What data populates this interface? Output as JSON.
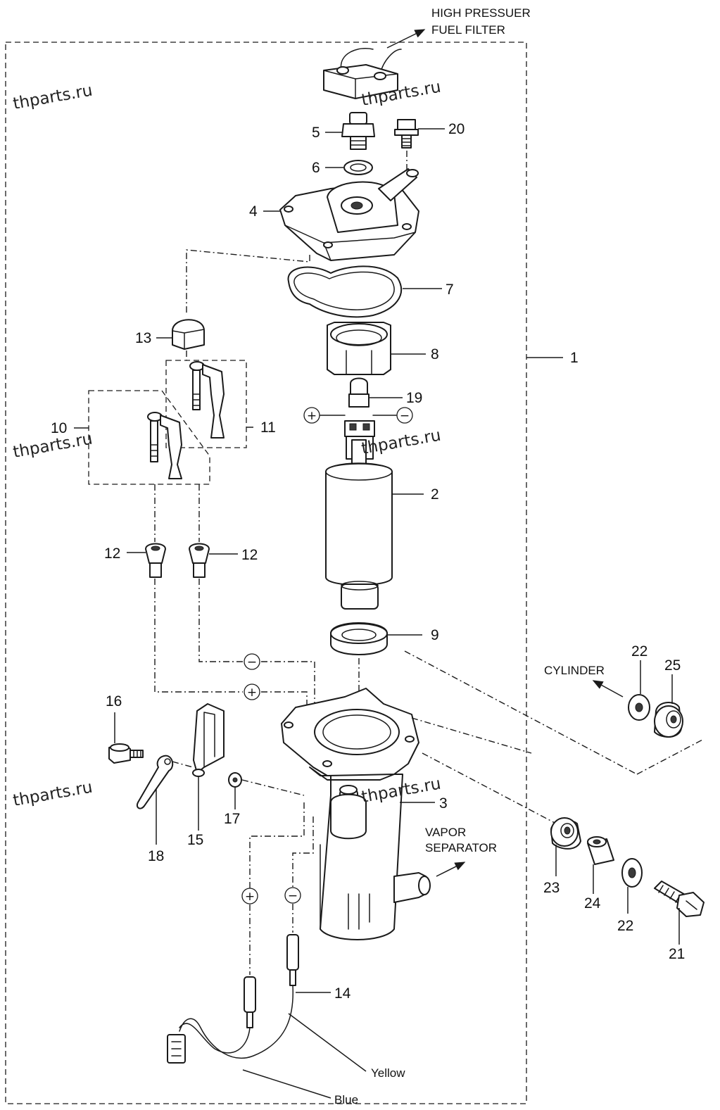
{
  "diagram": {
    "labels": {
      "high_pressure_filter": [
        "HIGH PRESSUER",
        "FUEL  FILTER"
      ],
      "cylinder": "CYLINDER",
      "vapor_separator": [
        "VAPOR",
        "SEPARATOR"
      ],
      "yellow": "Yellow",
      "blue": "Blue"
    },
    "watermark": "thparts.ru",
    "polarity": {
      "plus": "+",
      "minus": "−"
    },
    "parts": {
      "p1": "1",
      "p2": "2",
      "p3": "3",
      "p4": "4",
      "p5": "5",
      "p6": "6",
      "p7": "7",
      "p8": "8",
      "p9": "9",
      "p10": "10",
      "p11": "11",
      "p12a": "12",
      "p12b": "12",
      "p13": "13",
      "p14": "14",
      "p15": "15",
      "p16": "16",
      "p17": "17",
      "p18": "18",
      "p19": "19",
      "p20": "20",
      "p21": "21",
      "p22a": "22",
      "p22b": "22",
      "p23": "23",
      "p24": "24",
      "p25": "25"
    }
  }
}
